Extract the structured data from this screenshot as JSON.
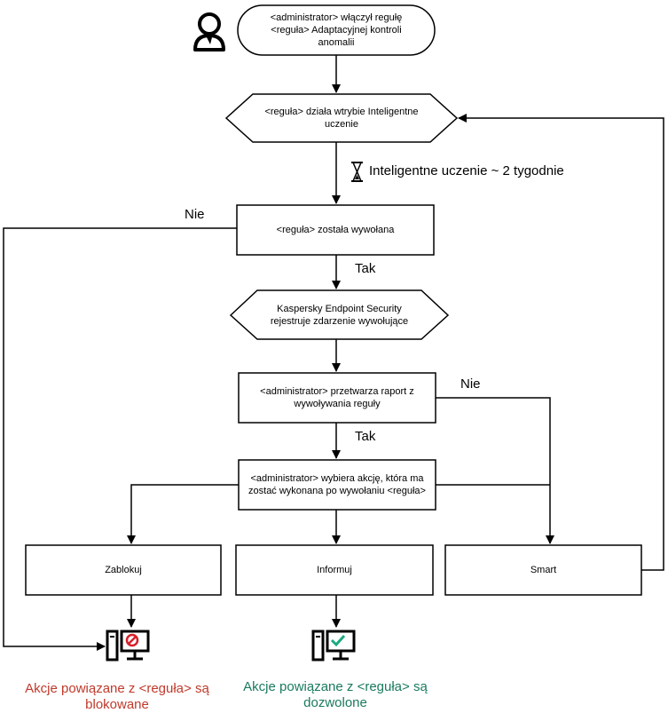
{
  "nodes": {
    "start": "<administrator> włączył regułę <reguła> Adaptacyjnej kontroli anomalii",
    "smart_training": "<reguła> działa wtrybie Inteligentne uczenie",
    "rule_triggered": "<reguła> została wywołana",
    "kes_registers": "Kaspersky Endpoint Security rejestruje zdarzenie wywołujące",
    "admin_processes": "<administrator> przetwarza raport z wywoływania reguły",
    "admin_selects": "<administrator> wybiera akcję, która ma zostać wykonana po wywołaniu <reguła>",
    "block": "Zablokuj",
    "notify": "Informuj",
    "smart": "Smart"
  },
  "edges": {
    "training_duration": "Inteligentne uczenie ~ 2 tygodnie",
    "no_1": "Nie",
    "yes_1": "Tak",
    "no_2": "Nie",
    "yes_2": "Tak"
  },
  "outcomes": {
    "blocked": "Akcje powiązane z <reguła> są blokowane",
    "allowed": "Akcje powiązane z <reguła> są dozwolone"
  },
  "colors": {
    "blocked_text": "#c0392b",
    "allowed_text": "#1a7a5e",
    "block_icon_accent": "#d6202a",
    "allow_icon_accent": "#1aaa80"
  },
  "icons": {
    "user": "user-icon",
    "hourglass": "hourglass-icon",
    "blocked_computer": "computer-blocked-icon",
    "allowed_computer": "computer-allowed-icon"
  }
}
